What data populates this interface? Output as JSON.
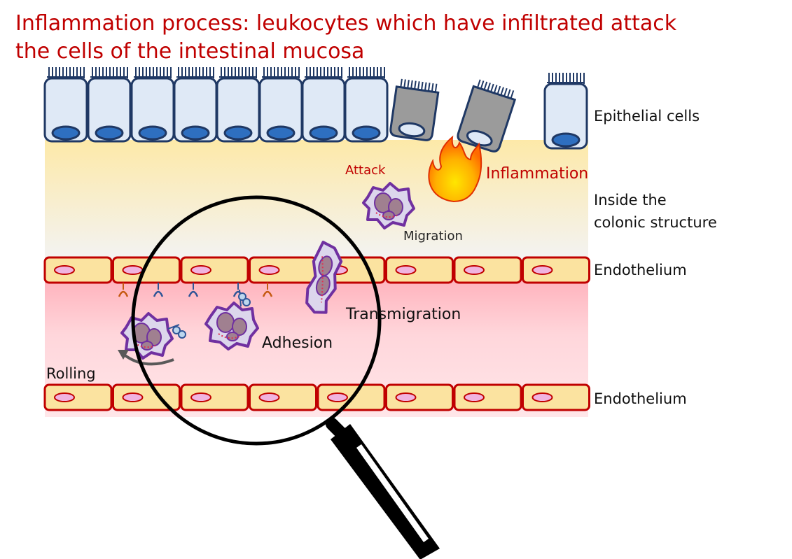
{
  "title": "Inflammation process: leukocytes which have infiltrated attack the cells of the intestinal mucosa",
  "labels": {
    "epithelial": "Epithelial cells",
    "inside_line1": "Inside the",
    "inside_line2": "colonic structure",
    "endothelium_top": "Endothelium",
    "endothelium_bottom": "Endothelium",
    "attack": "Attack",
    "inflammation": "Inflammation",
    "migration": "Migration",
    "transmigration": "Transmigration",
    "adhesion": "Adhesion",
    "rolling": "Rolling"
  },
  "colors": {
    "title": "#c00000",
    "epithelial_fill": "#dfe9f6",
    "epithelial_stroke": "#1f3864",
    "nucleus_fill": "#2e6fc0",
    "damaged_cell_fill": "#9b9b9b",
    "endothelial_fill": "#fbe3a0",
    "endothelial_stroke": "#c00000",
    "endothelial_nucleus": "#f0b4e0",
    "leukocyte_stroke": "#7030a0",
    "vessel_fill": "#ffd0d6",
    "tissue_fill": "#fdf0c8"
  }
}
